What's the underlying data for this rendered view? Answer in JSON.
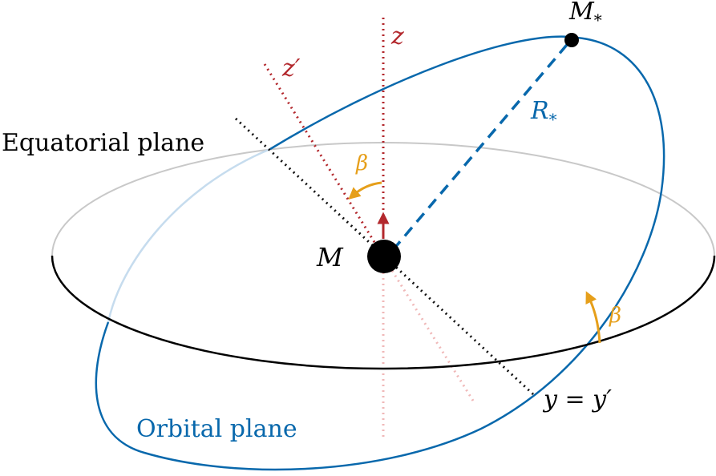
{
  "labels": {
    "equatorial_plane": "Equatorial plane",
    "orbital_plane": "Orbital plane",
    "central_mass": "M",
    "star_mass": "M",
    "star_mass_subscript": "*",
    "star_radius": "R",
    "star_radius_subscript": "*",
    "z_axis": "z",
    "z_prime_axis": "z′",
    "y_axis": "y = y′",
    "angle_top": "β",
    "angle_right": "β"
  },
  "colors": {
    "axis_red": "#b3282d",
    "axis_red_faint": "#f0b8b8",
    "orbit_blue": "#0868ac",
    "orbit_blue_faint": "#c6dcee",
    "angle_orange": "#e69f1a",
    "equator_black": "#000000",
    "equator_back_gray": "#c8c8c8"
  }
}
